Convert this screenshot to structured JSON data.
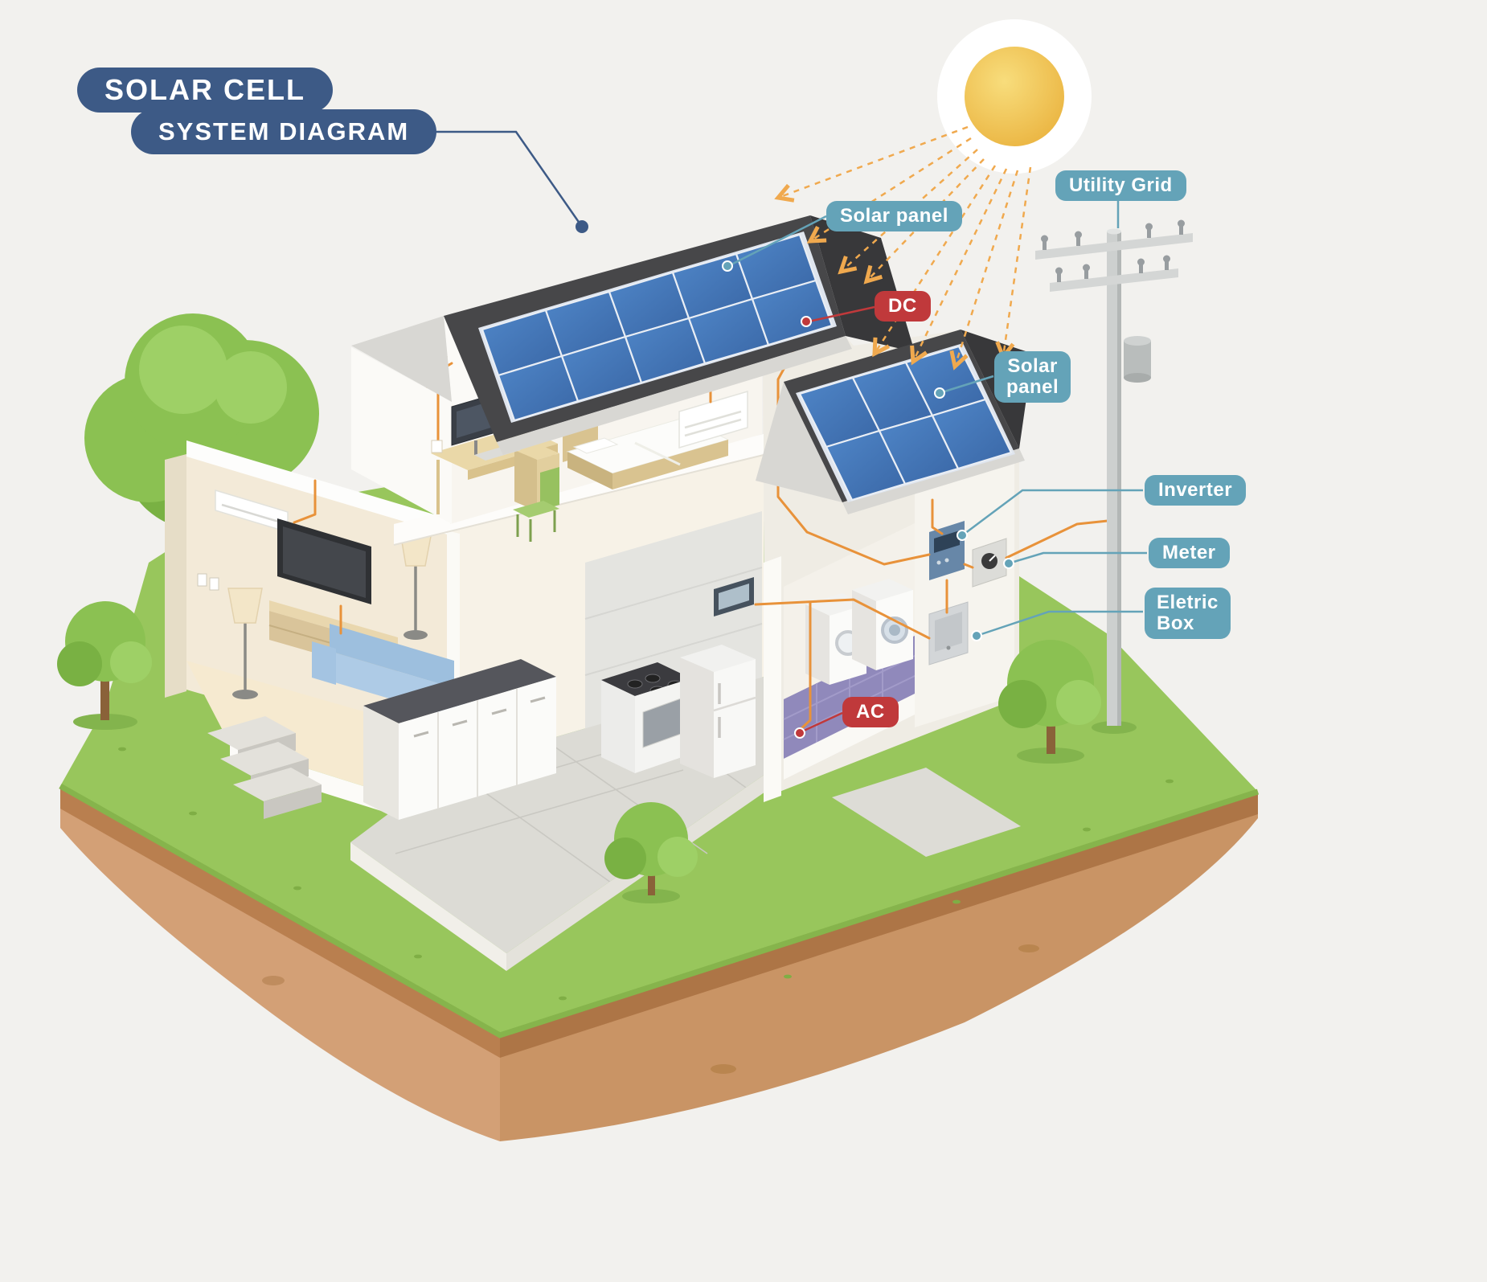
{
  "title": {
    "line1": "SOLAR CELL",
    "line2": "SYSTEM DIAGRAM"
  },
  "labels": {
    "utility_grid": "Utility Grid",
    "solar_panel_main": "Solar panel",
    "dc_power": "DC",
    "solar_panel_secondary": {
      "line1": "Solar",
      "line2": "panel"
    },
    "inverter": "Inverter",
    "meter": "Meter",
    "electric_box": {
      "line1": "Eletric",
      "line2": "Box"
    },
    "ac_power": "AC"
  },
  "colors": {
    "title_navy": "#3d5a86",
    "label_teal": "#64a3b8",
    "label_red": "#c0393b",
    "wire_orange": "#e8923a",
    "panel_blue": "#3e74b4",
    "roof_gray": "#474749",
    "sun_yellow": "#edb944",
    "grass_green": "#98c65c",
    "soil_brown": "#d3a076"
  }
}
